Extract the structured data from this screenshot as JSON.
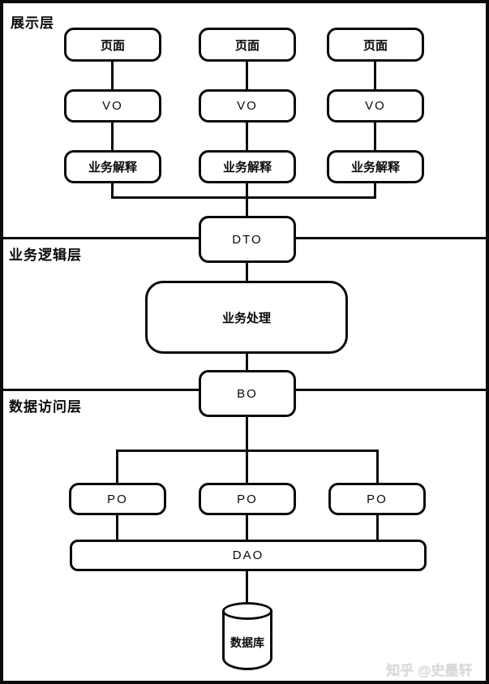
{
  "layers": [
    {
      "label": "展示层"
    },
    {
      "label": "业务逻辑层"
    },
    {
      "label": "数据访问层"
    }
  ],
  "presentation": {
    "columns": [
      {
        "page": "页面",
        "vo": "VO",
        "interpret": "业务解释"
      },
      {
        "page": "页面",
        "vo": "VO",
        "interpret": "业务解释"
      },
      {
        "page": "页面",
        "vo": "VO",
        "interpret": "业务解释"
      }
    ],
    "dto": "DTO"
  },
  "business": {
    "process": "业务处理",
    "bo": "BO"
  },
  "data_access": {
    "po": [
      "PO",
      "PO",
      "PO"
    ],
    "dao": "DAO",
    "database": "数据库"
  },
  "watermark": {
    "brand": "知乎 @史墨轩"
  },
  "colors": {
    "stroke": "#0a0a0a",
    "background": "#ffffff",
    "watermark": "#d8d8d8"
  }
}
